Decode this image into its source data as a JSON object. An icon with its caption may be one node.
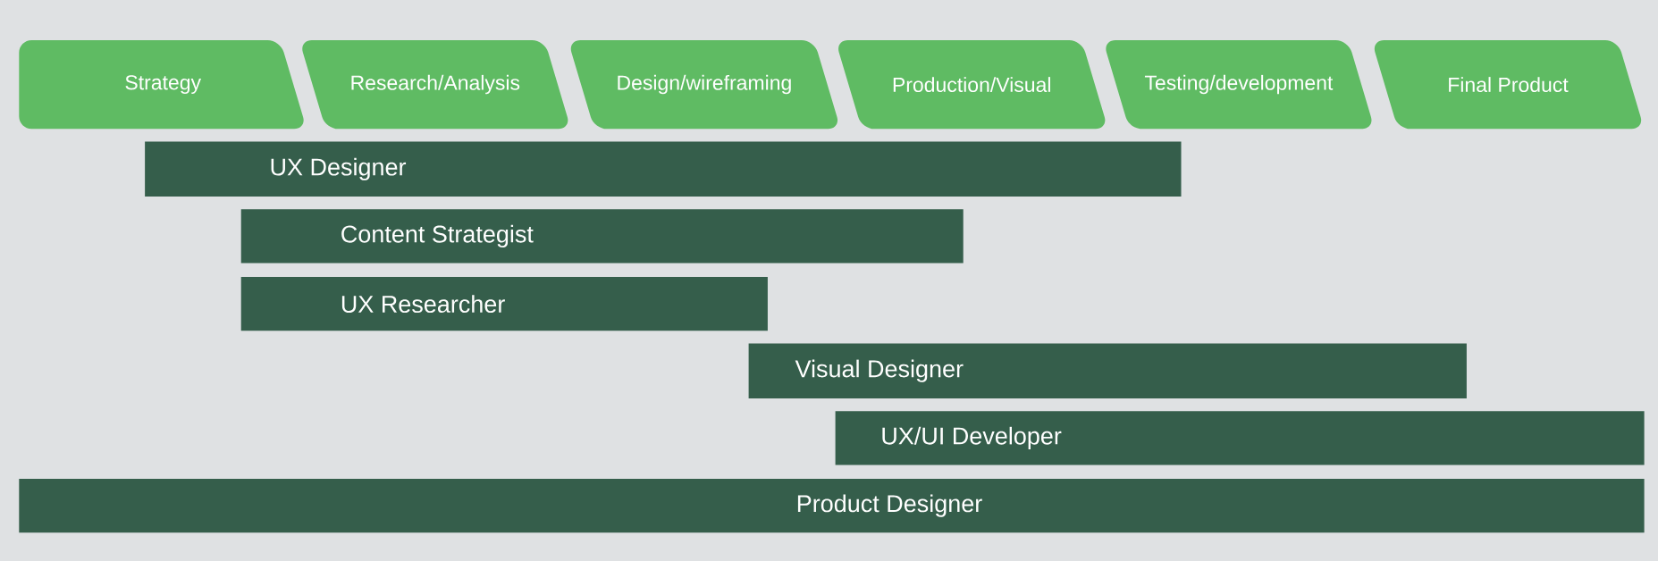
{
  "diagram": {
    "nodes": [
      {
        "text": [
          "Strategy"
        ]
      },
      {
        "text": [
          "Research/Analysis"
        ]
      },
      {
        "text": [
          "Design/wireframing"
        ]
      },
      {
        "text": [
          "Production/Visual"
        ]
      },
      {
        "text": [
          "Testing/development"
        ]
      },
      {
        "text": [
          "Final Product"
        ]
      },
      {
        "text": [
          "UX Designer"
        ]
      },
      {
        "text": [
          "Content Strategist"
        ]
      },
      {
        "text": [
          "UX Researcher"
        ]
      },
      {
        "text": [
          "Visual Designer"
        ]
      },
      {
        "text": [
          "UX/UI Developer"
        ]
      },
      {
        "text": [
          "Product Designer"
        ]
      }
    ]
  }
}
